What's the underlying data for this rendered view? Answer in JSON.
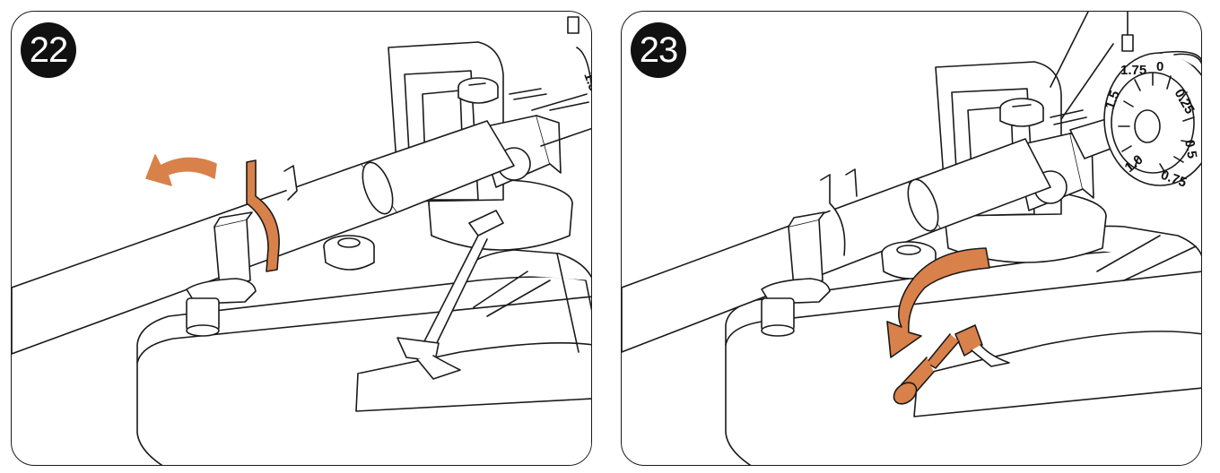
{
  "colors": {
    "accent": "#D9814A",
    "line": "#1a1a1a",
    "background": "#ffffff"
  },
  "panels": [
    {
      "step": "22",
      "action_arrow": "curved-arrow-left",
      "highlight": "arm-rest-clip"
    },
    {
      "step": "23",
      "action_arrow": "curved-arrow-down",
      "highlight": "cue-lever",
      "dial_labels": [
        "1.75",
        "0",
        "0.25",
        "0.5",
        "0.75",
        "1.0",
        "1.5"
      ]
    }
  ]
}
